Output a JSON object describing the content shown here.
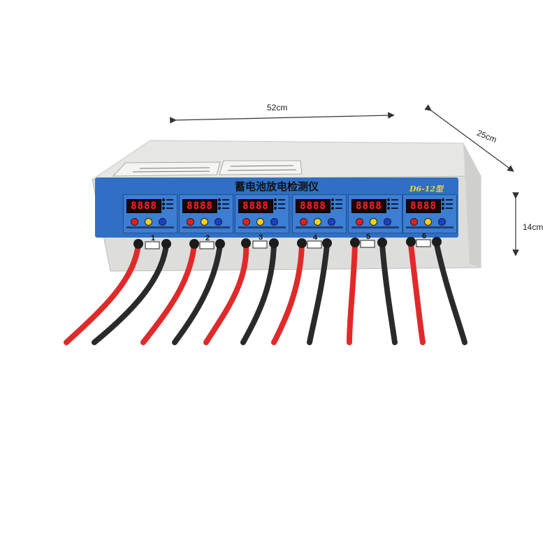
{
  "dimensions": {
    "width_label": "52cm",
    "depth_label": "25cm",
    "height_label": "14cm"
  },
  "device": {
    "title": "蓄电池放电检测仪",
    "model": "D6-12型",
    "channel_count": 6,
    "channels": [
      {
        "number": "1",
        "display": "8888"
      },
      {
        "number": "2",
        "display": "8888"
      },
      {
        "number": "3",
        "display": "8888"
      },
      {
        "number": "4",
        "display": "8888"
      },
      {
        "number": "5",
        "display": "8888"
      },
      {
        "number": "6",
        "display": "8888"
      }
    ],
    "colors": {
      "panel_blue": "#2f6fc4",
      "display_red": "#ff2424",
      "cable_red": "#e02a2a",
      "cable_black": "#2a2a2a",
      "case_grey": "#dcdcdc"
    }
  }
}
